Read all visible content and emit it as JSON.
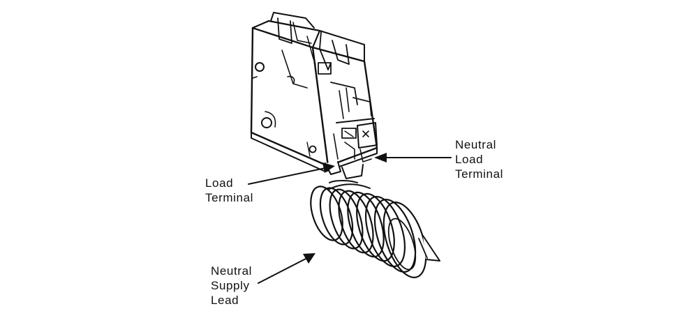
{
  "labels": {
    "neutral_load_terminal": [
      "Neutral",
      "Load",
      "Terminal"
    ],
    "load_terminal": [
      "Load",
      "Terminal"
    ],
    "neutral_supply_lead": [
      "Neutral",
      "Supply",
      "Lead"
    ]
  },
  "colors": {
    "ink": "#111111",
    "paper": "#ffffff"
  }
}
